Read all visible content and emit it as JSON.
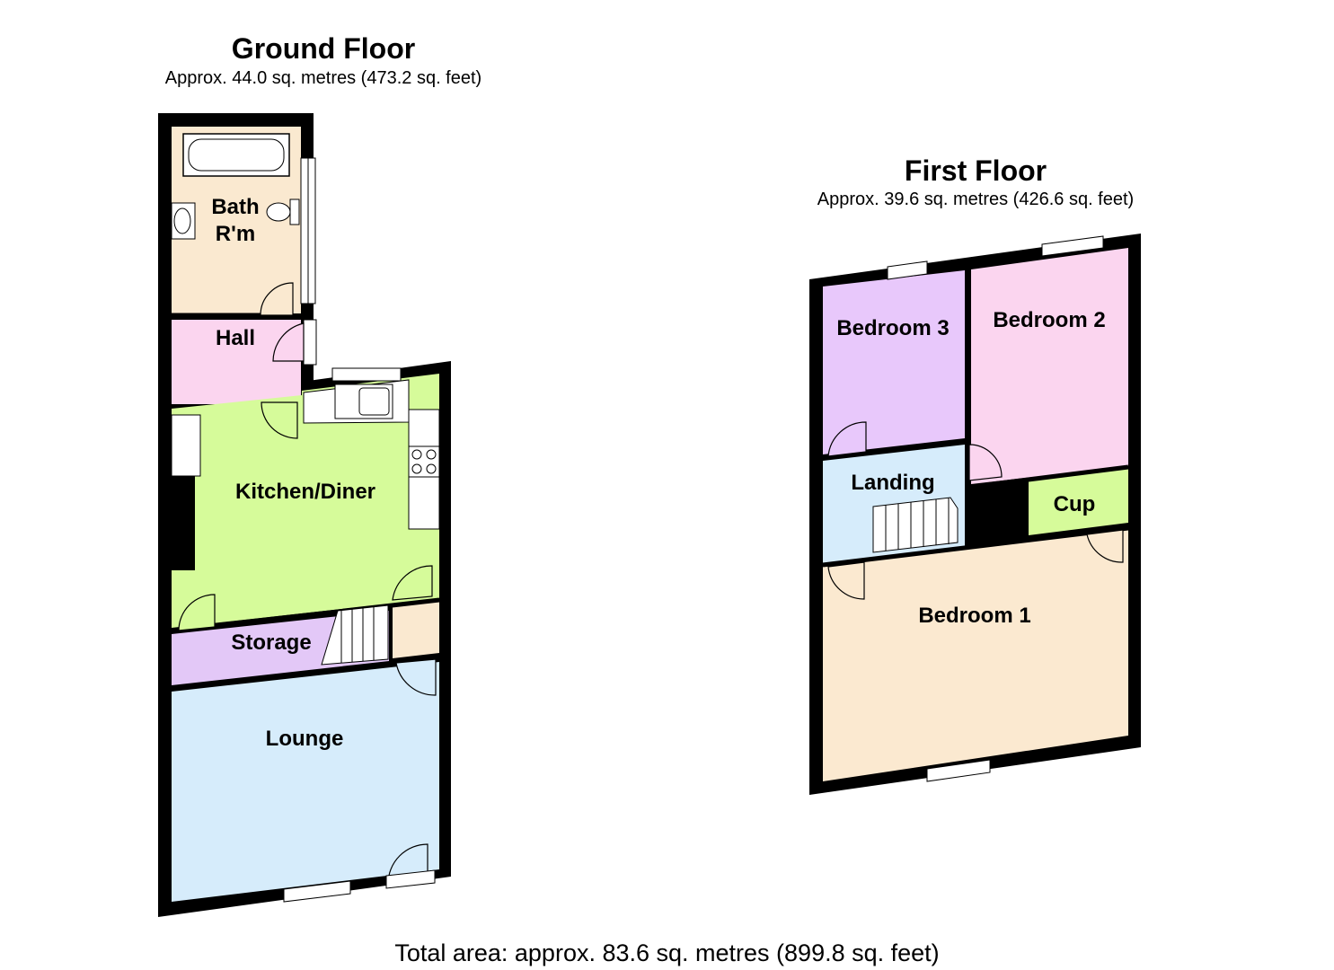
{
  "ground_floor": {
    "title": "Ground Floor",
    "area": "Approx.  44.0 sq. metres (473.2 sq. feet)",
    "rooms": {
      "bath_line1": "Bath",
      "bath_line2": "R'm",
      "hall": "Hall",
      "kitchen": "Kitchen/Diner",
      "storage": "Storage",
      "lounge": "Lounge"
    }
  },
  "first_floor": {
    "title": "First Floor",
    "area": "Approx.  39.6 sq. metres (426.6 sq. feet)",
    "rooms": {
      "bedroom3": "Bedroom 3",
      "bedroom2": "Bedroom 2",
      "landing": "Landing",
      "cup": "Cup",
      "bedroom1": "Bedroom 1"
    }
  },
  "total_area": "Total area: approx.  83.6 sq. metres (899.8 sq. feet)",
  "colors": {
    "bathroom": "#fae9d0",
    "hall": "#fbd5ef",
    "kitchen": "#d6fb9a",
    "storage": "#e3c8f7",
    "stair_landing": "#fae9d0",
    "lounge": "#d6ecfb",
    "bedroom3": "#e8c8fb",
    "bedroom2": "#fbd5ef",
    "landing": "#d6ecfb",
    "cupboard": "#d6fb9a",
    "bedroom1": "#fbe9d0",
    "wall": "#000000"
  }
}
